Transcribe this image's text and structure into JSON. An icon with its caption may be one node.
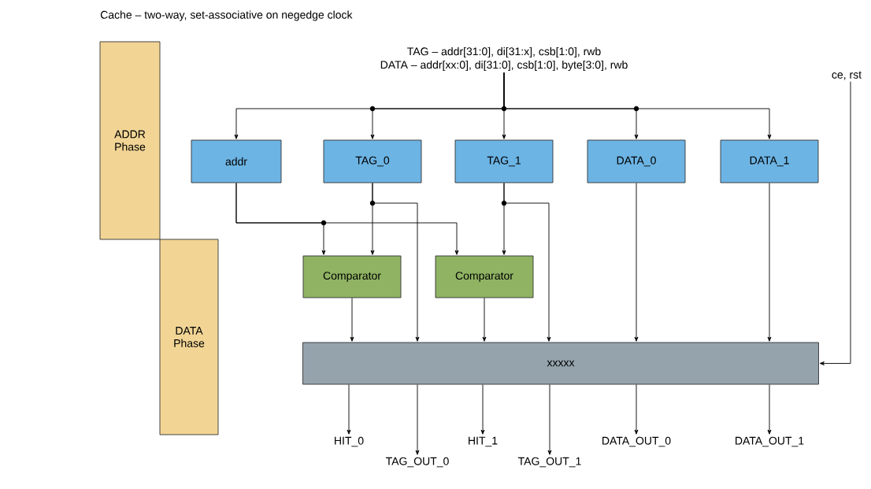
{
  "diagram": {
    "title": "Cache – two-way, set-associative on negedge clock",
    "nodes": [
      {
        "text": [
          "ADDR Phase"
        ]
      },
      {
        "text": [
          "DATA Phase"
        ]
      },
      {
        "text": [
          "TAG – addr[31:0], di[31:x], csb[1:0], rwb",
          "DATA – addr[xx:0], di[31:0], csb[1:0], byte[3:0], rwb"
        ]
      },
      {
        "text": [
          "addr"
        ]
      },
      {
        "text": [
          "TAG_0"
        ]
      },
      {
        "text": [
          "TAG_1"
        ]
      },
      {
        "text": [
          "DATA_0"
        ]
      },
      {
        "text": [
          "DATA_1"
        ]
      },
      {
        "text": [
          "Comparator"
        ]
      },
      {
        "text": [
          "Comparator"
        ]
      },
      {
        "text": [
          "xxxxx"
        ]
      },
      {
        "text": [
          "ce, rst"
        ]
      },
      {
        "text": [
          "HIT_0"
        ]
      },
      {
        "text": [
          "TAG_OUT_0"
        ]
      },
      {
        "text": [
          "HIT_1"
        ]
      },
      {
        "text": [
          "TAG_OUT_1"
        ]
      },
      {
        "text": [
          "DATA_OUT_0"
        ]
      },
      {
        "text": [
          "DATA_OUT_1"
        ]
      }
    ],
    "edges": [
      {
        "from": 2,
        "to": 3,
        "arrow": "to"
      },
      {
        "from": 2,
        "to": 4,
        "arrow": "to"
      },
      {
        "from": 2,
        "to": 5,
        "arrow": "to"
      },
      {
        "from": 2,
        "to": 6,
        "arrow": "to"
      },
      {
        "from": 2,
        "to": 7,
        "arrow": "to"
      },
      {
        "from": 3,
        "to": 8,
        "arrow": "to"
      },
      {
        "from": 3,
        "to": 9,
        "arrow": "to"
      },
      {
        "from": 4,
        "to": 8,
        "arrow": "to"
      },
      {
        "from": 4,
        "to": 10,
        "arrow": "to"
      },
      {
        "from": 5,
        "to": 9,
        "arrow": "to"
      },
      {
        "from": 5,
        "to": 10,
        "arrow": "to"
      },
      {
        "from": 6,
        "to": 10,
        "arrow": "to"
      },
      {
        "from": 7,
        "to": 10,
        "arrow": "to"
      },
      {
        "from": 8,
        "to": 10,
        "arrow": "to"
      },
      {
        "from": 9,
        "to": 10,
        "arrow": "to"
      },
      {
        "from": 11,
        "to": 10,
        "arrow": "to"
      },
      {
        "from": 10,
        "to": 12,
        "arrow": "to"
      },
      {
        "from": 10,
        "to": 13,
        "arrow": "to"
      },
      {
        "from": 10,
        "to": 14,
        "arrow": "to"
      },
      {
        "from": 10,
        "to": 15,
        "arrow": "to"
      },
      {
        "from": 10,
        "to": 16,
        "arrow": "to"
      },
      {
        "from": 10,
        "to": 17,
        "arrow": "to"
      }
    ]
  }
}
